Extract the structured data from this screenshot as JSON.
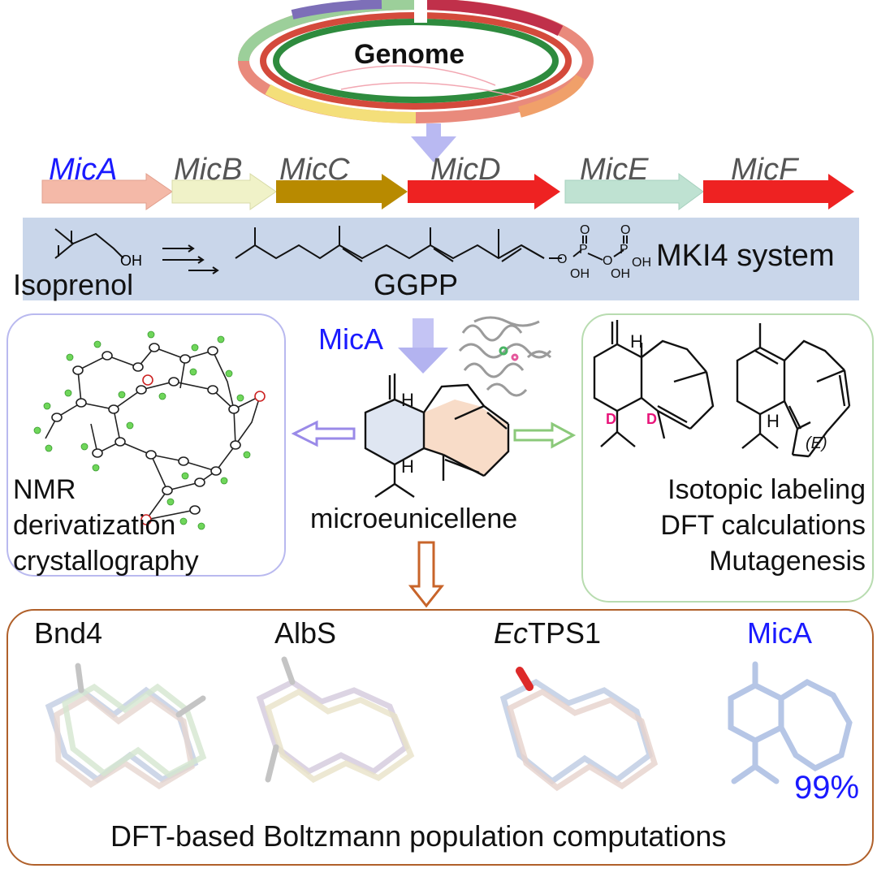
{
  "genome": {
    "label": "Genome"
  },
  "genes": [
    {
      "name": "MicA",
      "color": "#f4b9a8",
      "highlight": true
    },
    {
      "name": "MicB",
      "color": "#f0f2c8",
      "highlight": false
    },
    {
      "name": "MicC",
      "color": "#b88a00",
      "highlight": false
    },
    {
      "name": "MicD",
      "color": "#ee2222",
      "highlight": false
    },
    {
      "name": "MicE",
      "color": "#bfe2d2",
      "highlight": false
    },
    {
      "name": "MicF",
      "color": "#ee2222",
      "highlight": false
    }
  ],
  "mki4": {
    "substrate": "Isoprenol",
    "product": "GGPP",
    "system": "MKI4 system",
    "oh": "OH",
    "o": "O",
    "p": "P"
  },
  "center": {
    "enzyme": "MicA",
    "product": "microeunicellene"
  },
  "left_panel": {
    "lines": [
      "NMR",
      "derivatization",
      "crystallography"
    ]
  },
  "right_panel": {
    "lines": [
      "Isotopic labeling",
      "DFT calculations",
      "Mutagenesis"
    ],
    "label_h": "H",
    "label_d": "D",
    "label_e": "(E)"
  },
  "bottom_panel": {
    "enzymes": [
      {
        "name": "Bnd4",
        "prefix": "",
        "blue": false
      },
      {
        "name": "AlbS",
        "prefix": "",
        "blue": false
      },
      {
        "name": "TPS1",
        "prefix": "Ec",
        "blue": false
      },
      {
        "name": "MicA",
        "prefix": "",
        "blue": true
      }
    ],
    "population": "99%",
    "caption": "DFT-based Boltzmann population computations"
  },
  "colors": {
    "band": "#c9d6ea",
    "accent_blue": "#1a1aff",
    "left_border": "#b9b9ef",
    "right_border": "#b8dcb0",
    "bottom_border": "#b0602a",
    "deuterium": "#e8147a"
  }
}
